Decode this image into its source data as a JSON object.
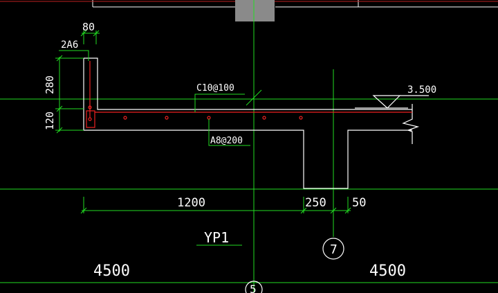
{
  "colors": {
    "background": "#000000",
    "structure": "#ffffff",
    "dimension": "#22dd22",
    "rebar": "#ee2222",
    "text": "#ffffff",
    "block": "#8a8a8a"
  },
  "drawing": {
    "dim_top": "80",
    "rebar_top_label": "2A6",
    "dim_left_upper": "280",
    "dim_left_lower": "120",
    "rebar_stirrup_label": "C10@100",
    "rebar_bottom_label": "A8@200",
    "elevation": "3.500",
    "dim_span": "1200",
    "dim_beam": "250",
    "dim_offset": "50",
    "element_name": "YP1",
    "axis_7": "7",
    "axis_5": "5",
    "spacing_left": "4500",
    "spacing_right": "4500"
  }
}
